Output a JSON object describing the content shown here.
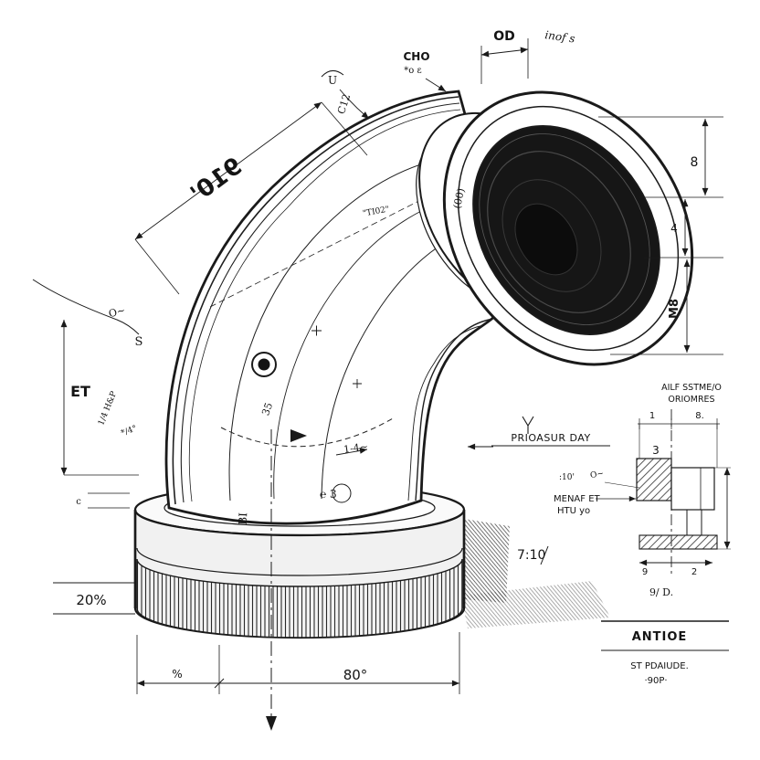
{
  "title": "Pipe elbow technical drawing",
  "colors": {
    "ink": "#1a1a1a",
    "paper": "#ffffff",
    "bore": "#161616"
  },
  "labels": {
    "cho": "CHO",
    "cho_sub": "*o ε",
    "od": "OD",
    "inof": "inof s",
    "u": "U",
    "c12": "C12",
    "t102": "\"TI02\"",
    "stamp00": "(00)",
    "dim8": "8",
    "dim4": "4",
    "m8": "M8",
    "dim910": "910'",
    "s": "S",
    "o_tilde": "O~",
    "et": "ET",
    "quarter": "1/4 H&P",
    "star": "*/4°",
    "c_small": "c",
    "pct20": "20%",
    "pct": "%",
    "deg80": "80°",
    "bi": "BI",
    "e3": "℮ 3",
    "one4": "1-4~",
    "bs": "35",
    "ratio": "7:10",
    "pressure_note": "PRIOASUR DAY"
  },
  "detail": {
    "title1": "AILF SSTME/O",
    "title2": "ORIOMRES",
    "d1": "1",
    "d8": "8.",
    "d3": "3",
    "colon10": ":10'",
    "menaf": "MENAF ET",
    "htu": "HTU yo",
    "o": "O~",
    "d9": "9",
    "d2": "2",
    "nined": "9/ D."
  },
  "titleblock": {
    "name": "ANTIOE",
    "line2": "ST PDAIUDE.",
    "line3": "·90P·"
  }
}
